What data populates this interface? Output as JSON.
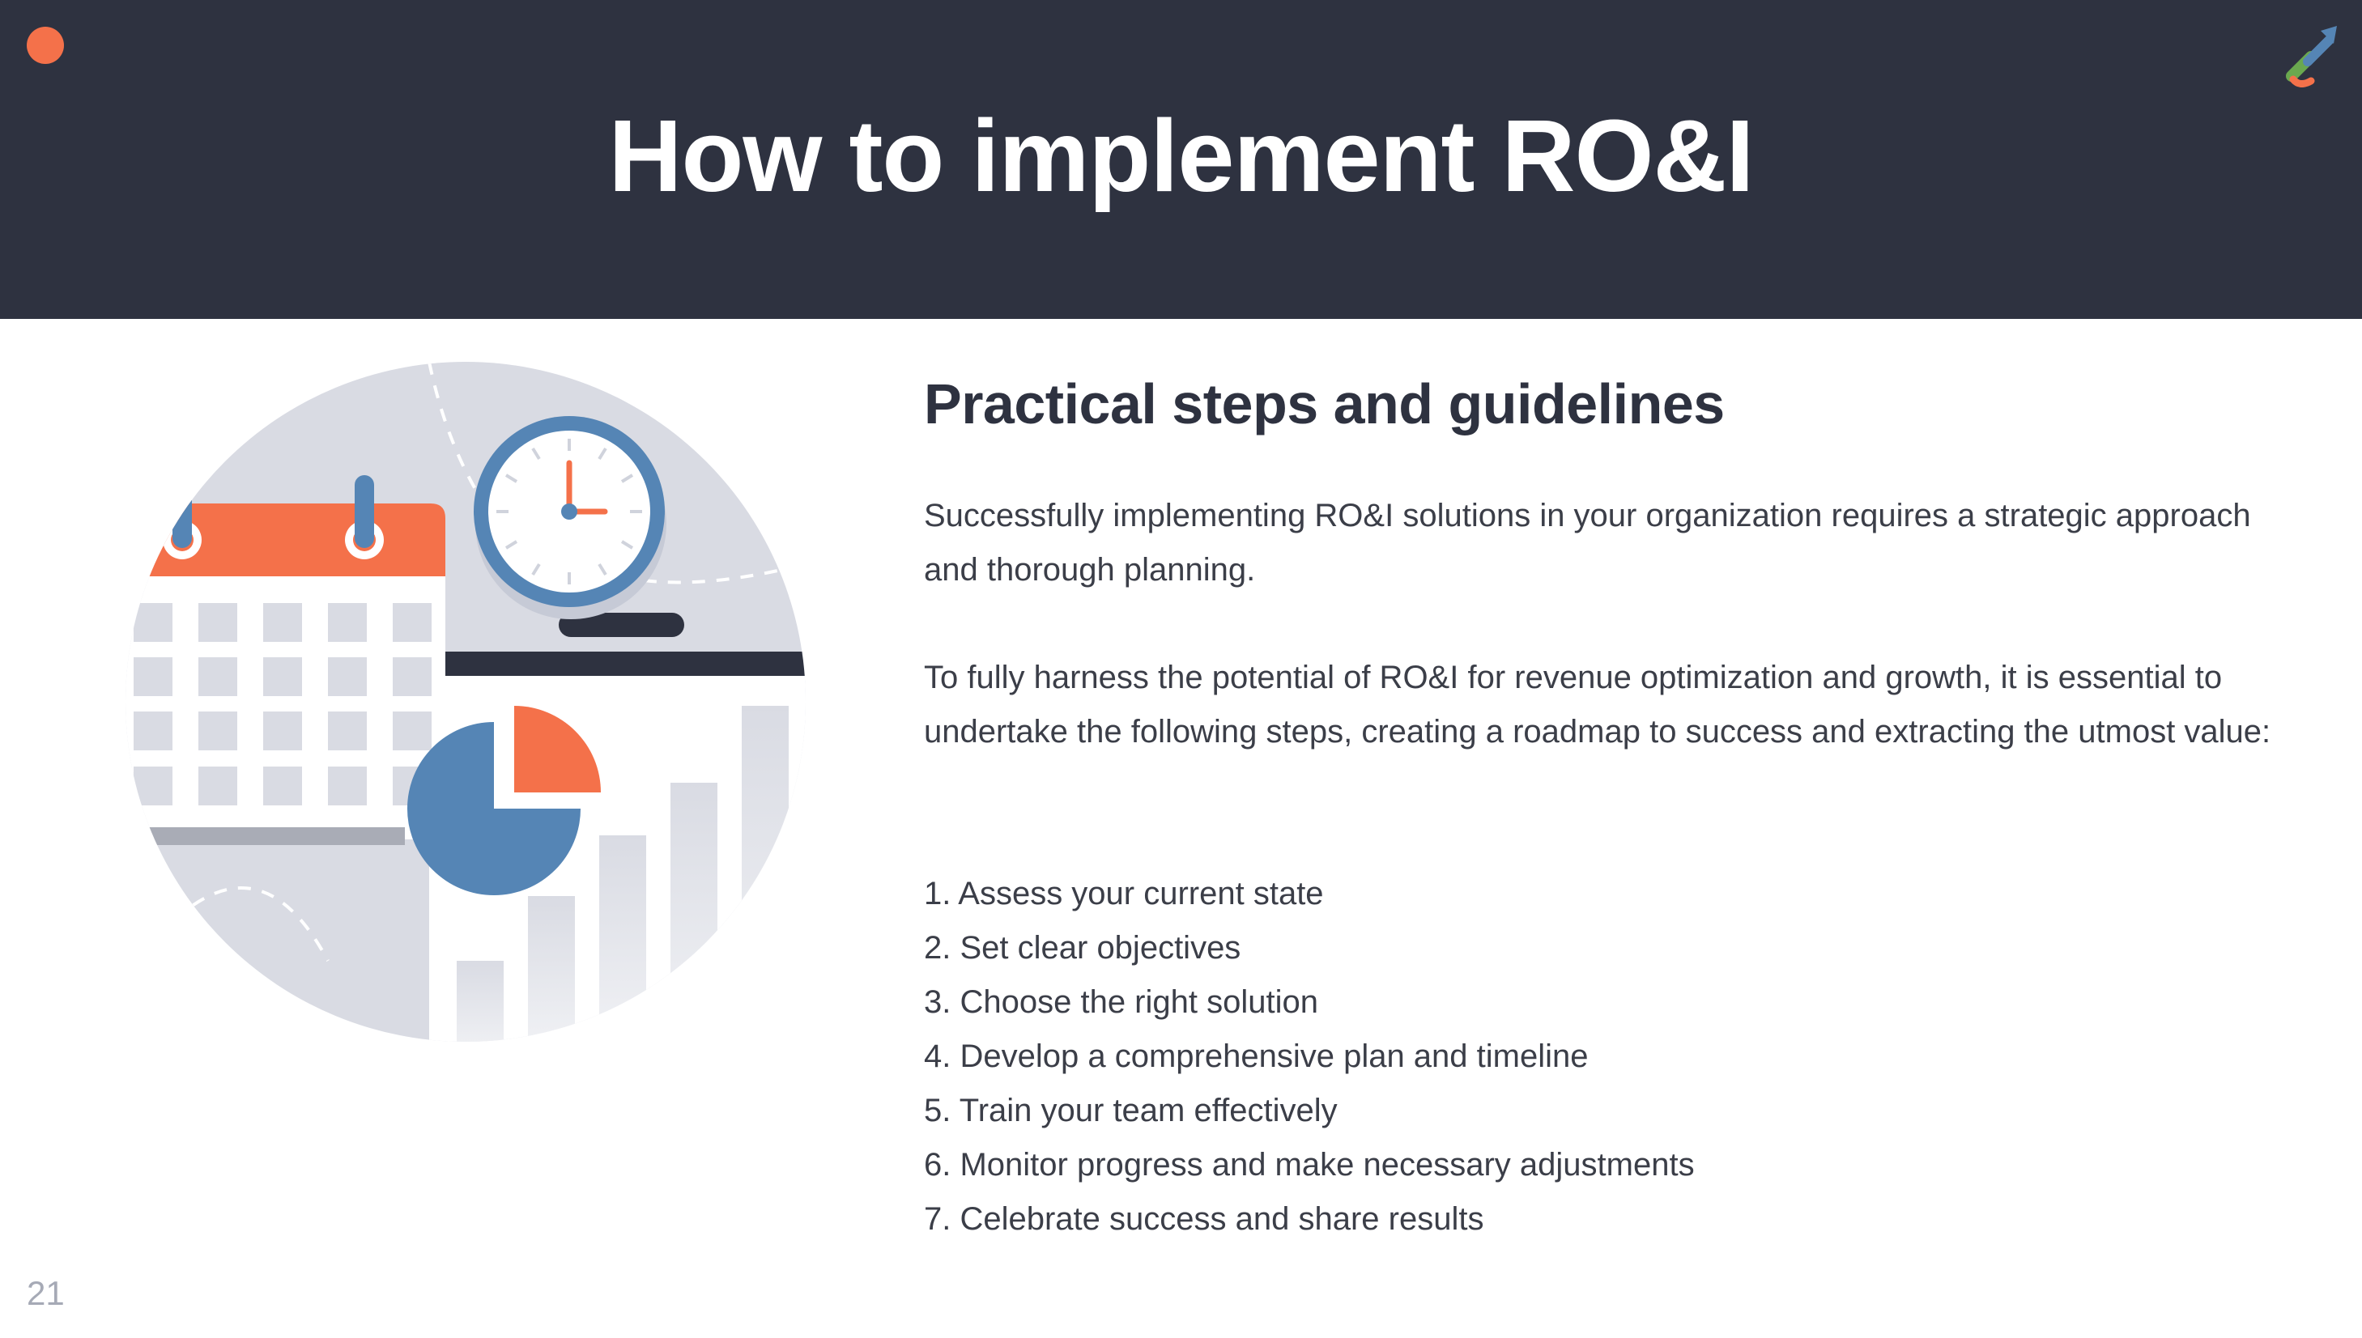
{
  "header": {
    "title": "How to implement RO&I",
    "logo_icon": "arrow-logo-icon"
  },
  "content": {
    "subtitle": "Practical steps and guidelines",
    "paragraph_1": "Successfully implementing RO&I solutions in your organization requires a strategic approach and thorough planning.",
    "paragraph_2": "To fully harness the potential of RO&I for revenue optimization and growth, it is essential to undertake the following steps, creating a roadmap to success and extracting the utmost value:",
    "steps": [
      "1. Assess your current state",
      "2. Set clear objectives",
      "3. Choose the right solution",
      "4. Develop a comprehensive plan and timeline",
      "5. Train your team effectively",
      "6. Monitor progress and make necessary adjustments",
      "7. Celebrate success and share results"
    ]
  },
  "illustration": {
    "icons": [
      "calendar-icon",
      "clock-icon",
      "pie-chart-icon",
      "bar-chart-icon"
    ]
  },
  "footer": {
    "page_number": "21"
  },
  "colors": {
    "header_bg": "#2e3240",
    "accent_orange": "#f4714a",
    "accent_blue": "#5585b5",
    "circle_gray": "#d9dbe3"
  }
}
